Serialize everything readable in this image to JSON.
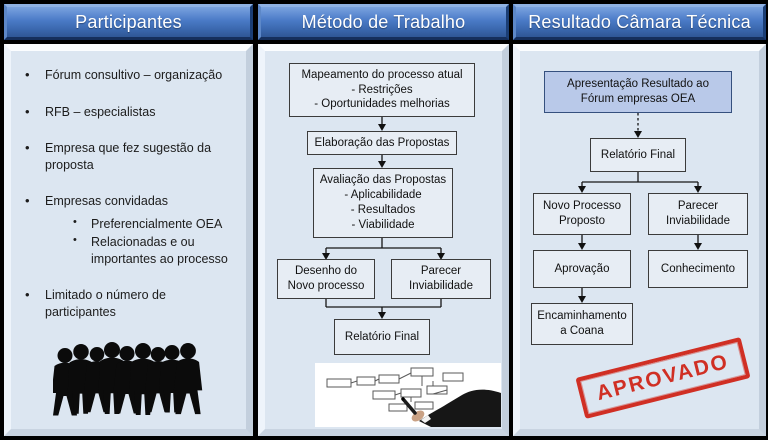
{
  "panels": {
    "participantes": {
      "title": "Participantes",
      "bullets": [
        {
          "text": "Fórum consultivo – organização"
        },
        {
          "text": "RFB – especialistas"
        },
        {
          "text": "Empresa que fez sugestão da proposta"
        },
        {
          "text": "Empresas convidadas",
          "sub": [
            "Preferencialmente OEA",
            "Relacionadas e ou importantes ao processo"
          ]
        },
        {
          "text": "Limitado o número de participantes"
        }
      ]
    },
    "metodo": {
      "title": "Método de Trabalho",
      "nodes": {
        "mapeamento": {
          "lines": [
            "Mapeamento do processo atual",
            "- Restrições",
            "- Oportunidades melhorias"
          ]
        },
        "elaboracao": {
          "lines": [
            "Elaboração das Propostas"
          ]
        },
        "avaliacao": {
          "lines": [
            "Avaliação das Propostas",
            "- Aplicabilidade",
            "- Resultados",
            "- Viabilidade"
          ]
        },
        "desenho": {
          "lines": [
            "Desenho do",
            "Novo processo"
          ]
        },
        "parecer": {
          "lines": [
            "Parecer",
            "Inviabilidade"
          ]
        },
        "relatorio": {
          "lines": [
            "Relatório Final"
          ]
        }
      }
    },
    "resultado": {
      "title": "Resultado Câmara Técnica",
      "nodes": {
        "apresentacao": {
          "lines": [
            "Apresentação Resultado ao",
            "Fórum empresas OEA"
          ]
        },
        "relatorio": {
          "lines": [
            "Relatório Final"
          ]
        },
        "novo_processo": {
          "lines": [
            "Novo Processo",
            "Proposto"
          ]
        },
        "parecer": {
          "lines": [
            "Parecer",
            "Inviabilidade"
          ]
        },
        "aprovacao": {
          "lines": [
            "Aprovação"
          ]
        },
        "conhecimento": {
          "lines": [
            "Conhecimento"
          ]
        },
        "encaminhamento": {
          "lines": [
            "Encaminhamento",
            "a Coana"
          ]
        }
      },
      "stamp": "APROVADO"
    }
  },
  "colors": {
    "background": "#000000",
    "header_blue_top": "#7aa3e0",
    "header_blue_bottom": "#2f5795",
    "header_border": "#1b3e75",
    "panel_background": "#dce6f1",
    "node_fill": "#e7edf4",
    "node_border": "#3b3b3b",
    "highlight_node_fill": "#b9c9e9",
    "stamp_red": "#d0261a",
    "silhouette_black": "#0b0b0b",
    "text": "#1a1a1a",
    "header_text": "#ffffff"
  }
}
